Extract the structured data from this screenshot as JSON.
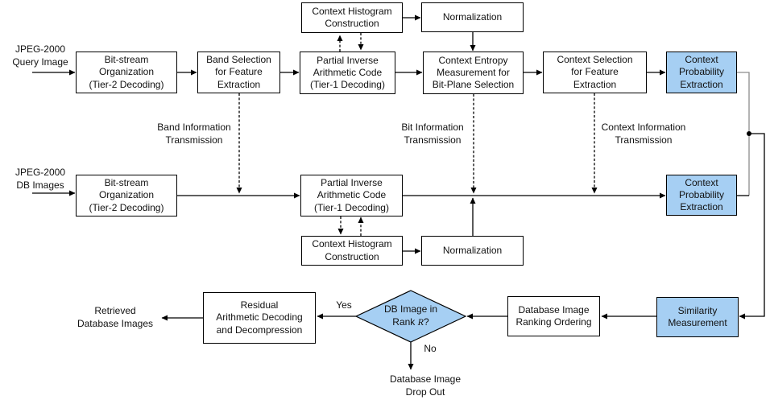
{
  "colors": {
    "highlight_fill": "#a6cff3",
    "box_border": "#000000",
    "line": "#000000",
    "muted_line": "#8c8c8c",
    "background": "#ffffff"
  },
  "inputs": {
    "query": "JPEG-2000\nQuery Image",
    "db": "JPEG-2000\nDB Images"
  },
  "nodes": {
    "context_histogram_query": "Context Histogram\nConstruction",
    "normalization_query": "Normalization",
    "bitstream_org_query": "Bit-stream\nOrganization\n(Tier-2 Decoding)",
    "band_selection": "Band Selection\nfor Feature\nExtraction",
    "partial_inverse_query": "Partial Inverse\nArithmetic Code\n(Tier-1 Decoding)",
    "context_entropy": "Context Entropy\nMeasurement for\nBit-Plane Selection",
    "context_selection": "Context Selection\nfor Feature\nExtraction",
    "context_probability_query": "Context\nProbability\nExtraction",
    "bitstream_org_db": "Bit-stream\nOrganization\n(Tier-2 Decoding)",
    "partial_inverse_db": "Partial Inverse\nArithmetic Code\n(Tier-1 Decoding)",
    "context_probability_db": "Context\nProbability\nExtraction",
    "context_histogram_db": "Context Histogram\nConstruction",
    "normalization_db": "Normalization",
    "similarity_measurement": "Similarity\nMeasurement",
    "ranking_ordering": "Database Image\nRanking Ordering",
    "residual_decoding": "Residual\nArithmetic Decoding\nand Decompression"
  },
  "decision": {
    "line1": "DB Image in",
    "rank_prefix": "Rank ",
    "rank_symbol": "R",
    "rank_suffix": "?"
  },
  "edge_labels": {
    "band_info": "Band Information\nTransmission",
    "bit_info": "Bit Information\nTransmission",
    "context_info": "Context Information\nTransmission",
    "yes": "Yes",
    "no": "No"
  },
  "outputs": {
    "retrieved": "Retrieved\nDatabase Images",
    "dropout": "Database Image\nDrop Out"
  }
}
